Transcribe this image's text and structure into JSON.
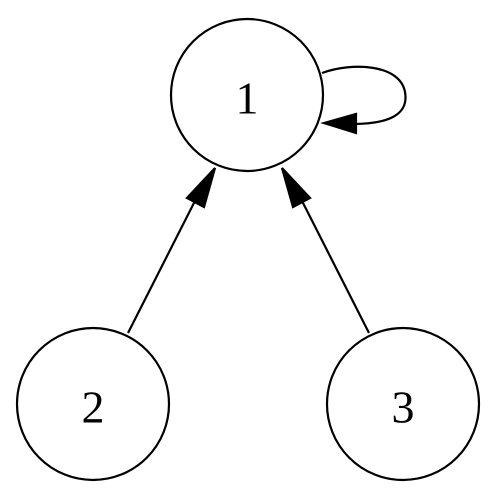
{
  "graph": {
    "nodes": [
      {
        "id": "1",
        "label": "1"
      },
      {
        "id": "2",
        "label": "2"
      },
      {
        "id": "3",
        "label": "3"
      }
    ],
    "edges": [
      {
        "from": "1",
        "to": "1"
      },
      {
        "from": "2",
        "to": "1"
      },
      {
        "from": "3",
        "to": "1"
      }
    ]
  }
}
